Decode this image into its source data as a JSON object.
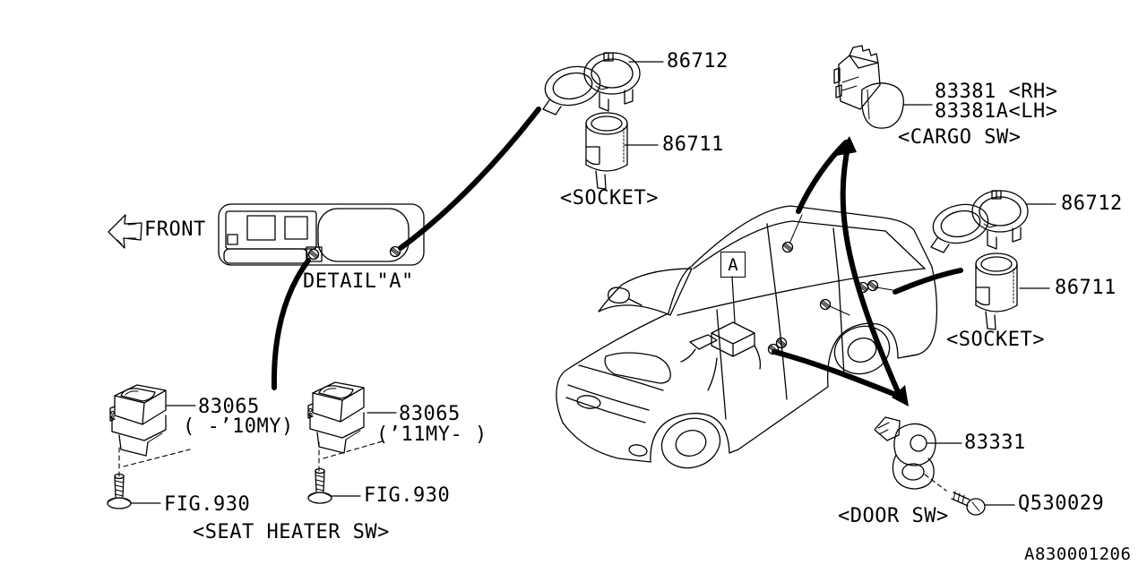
{
  "colors": {
    "ink": "#000000",
    "background": "#ffffff"
  },
  "orientation": {
    "front_label": "FRONT"
  },
  "detail": {
    "label": "DETAIL\"A\"",
    "marker": "A"
  },
  "callouts": {
    "socket_top": {
      "cover_part": "86712",
      "socket_part": "86711",
      "caption": "<SOCKET>"
    },
    "cargo_switch": {
      "part_rh": "83381 <RH>",
      "part_lh": "83381A<LH>",
      "caption": "<CARGO SW>"
    },
    "socket_right": {
      "cover_part": "86712",
      "socket_part": "86711",
      "caption": "<SOCKET>"
    },
    "seat_heater": {
      "sw_early_part": "83065",
      "sw_early_note": "( -’10MY)",
      "sw_early_fig": "FIG.930",
      "sw_late_part": "83065",
      "sw_late_note": "(’11MY- )",
      "sw_late_fig": "FIG.930",
      "caption": "<SEAT HEATER SW>"
    },
    "door_switch": {
      "part": "83331",
      "screw_part": "Q530029",
      "caption": "<DOOR SW>"
    }
  },
  "footer": {
    "diagram_number": "A830001206"
  }
}
